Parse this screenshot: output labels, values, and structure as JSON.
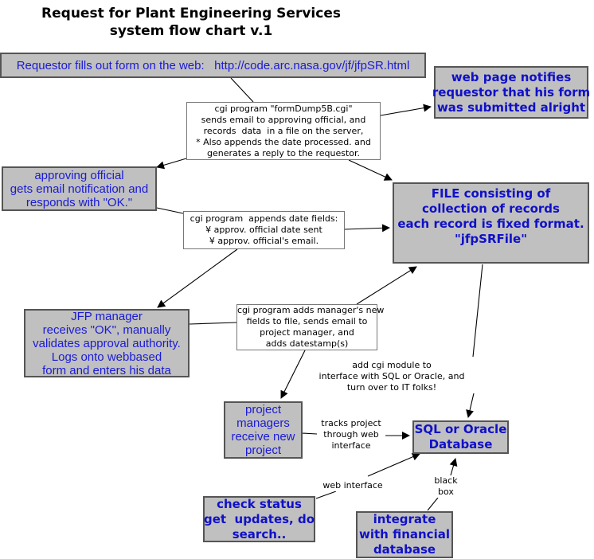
{
  "title": {
    "lines": [
      "Request for Plant Engineering Services",
      "system flow chart v.1"
    ]
  },
  "nodes": {
    "requestor": {
      "lines": [
        "Requestor fills out form on the web:   http://code.arc.nasa.gov/jf/jfpSR.html"
      ]
    },
    "web_notify": {
      "lines": [
        "web page notifies",
        "requestor that his form",
        "was submitted alright"
      ]
    },
    "approving_official": {
      "lines": [
        "approving official",
        "gets email notification and",
        "responds with \"OK.\""
      ]
    },
    "file": {
      "lines": [
        "FILE consisting of",
        "collection of records",
        "each record is fixed format.",
        "\"jfpSRFile\""
      ]
    },
    "jfp_manager": {
      "lines": [
        "JFP manager",
        "receives \"OK\", manually",
        "validates approval authority.",
        "Logs onto webbased",
        "form and enters his data"
      ]
    },
    "project_managers": {
      "lines": [
        "project",
        "managers",
        "receive new",
        "project"
      ]
    },
    "database": {
      "lines": [
        "SQL or Oracle",
        "Database"
      ]
    },
    "check_status": {
      "lines": [
        "check status",
        "get  updates, do",
        "search.."
      ]
    },
    "financial": {
      "lines": [
        "integrate",
        "with financial",
        "database"
      ]
    }
  },
  "notes": {
    "formdump": {
      "lines": [
        "cgi program \"formDump5B.cgi\"",
        "sends email to approving official, and",
        "records  data  in a file on the server,",
        "* Also appends the date processed. and",
        "generates a reply to the requestor."
      ]
    },
    "append_dates": {
      "lines": [
        "cgi program  appends date fields:",
        "¥ approv. official date sent",
        "¥ approv. official's email."
      ]
    },
    "manager_fields": {
      "lines": [
        "cgi program adds manager's new",
        "fields to file, sends email to",
        "project manager, and",
        "adds datestamp(s)"
      ]
    }
  },
  "labels": {
    "cgi_module": {
      "lines": [
        "add cgi module to",
        "interface with SQL or Oracle, and",
        "turn over to IT folks!"
      ]
    },
    "tracks_project": {
      "lines": [
        "tracks project",
        "through web",
        "interface"
      ]
    },
    "web_interface": {
      "lines": [
        "web interface"
      ]
    },
    "black_box": {
      "lines": [
        "black",
        "box"
      ]
    }
  },
  "colors": {
    "node_fill": "#c0c0c0",
    "node_text": "#1a1ad6",
    "border": "#555555",
    "connector": "#000000"
  }
}
